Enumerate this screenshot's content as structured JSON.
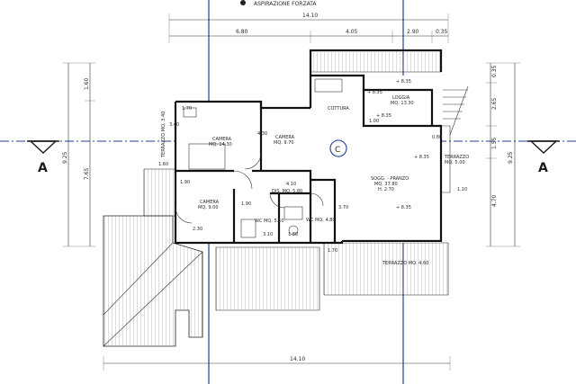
{
  "header": {
    "note": "ASPIRAZIONE FORZATA"
  },
  "dimensions_top": {
    "total": "14.10",
    "segments": [
      "6.80",
      "4.05",
      "2.90",
      "0.35"
    ]
  },
  "dimensions_bottom": {
    "total": "14.10"
  },
  "dimensions_left": [
    "1.60",
    "7.65",
    "9.25"
  ],
  "dimensions_right": [
    "0.35",
    "2.65",
    "1.55",
    "4.70",
    "9.25"
  ],
  "section_marks": {
    "left": "A",
    "right": "A"
  },
  "rooms": {
    "camera1": {
      "name": "CAMERA",
      "area": "MQ. 14.30"
    },
    "camera2": {
      "name": "CAMERA",
      "area": "MQ. 9.70"
    },
    "camera3": {
      "name": "CAMERA",
      "area": "MQ. 9.00"
    },
    "cottura": {
      "name": "COTTURA"
    },
    "loggia": {
      "name": "LOGGIA",
      "area": "MQ. 13.30"
    },
    "soggiorno": {
      "name": "SOGG. - PRANZO",
      "area": "MQ. 37.80",
      "height": "H. 2.70"
    },
    "dis": {
      "name": "DIS. MQ. 5.80"
    },
    "wc1": {
      "name": "WC MQ. 5.10"
    },
    "wc2": {
      "name": "WC MQ. 4.80"
    },
    "terrazzo_left": {
      "name": "TERRAZZO MQ. 3.40"
    },
    "terrazzo_right": {
      "name": "TERRAZZO",
      "area": "MQ. 5.00"
    },
    "terrazzo_bottom": {
      "name": "TERRAZZO MQ. 4.60"
    }
  },
  "symbols": {
    "stair_mark": "C"
  },
  "levels": [
    "+ 8.35",
    "+ 8.35",
    "+ 8.35",
    "+ 8.35",
    "+ 8.35"
  ],
  "small_dims": [
    "1.70",
    "3.40",
    "1.60",
    "1.90",
    "1.90",
    "3.10",
    "1.80",
    "1.00",
    "0.80",
    "4.10",
    "1.10",
    "3.70",
    "4.30",
    "2.30",
    "1.70"
  ]
}
